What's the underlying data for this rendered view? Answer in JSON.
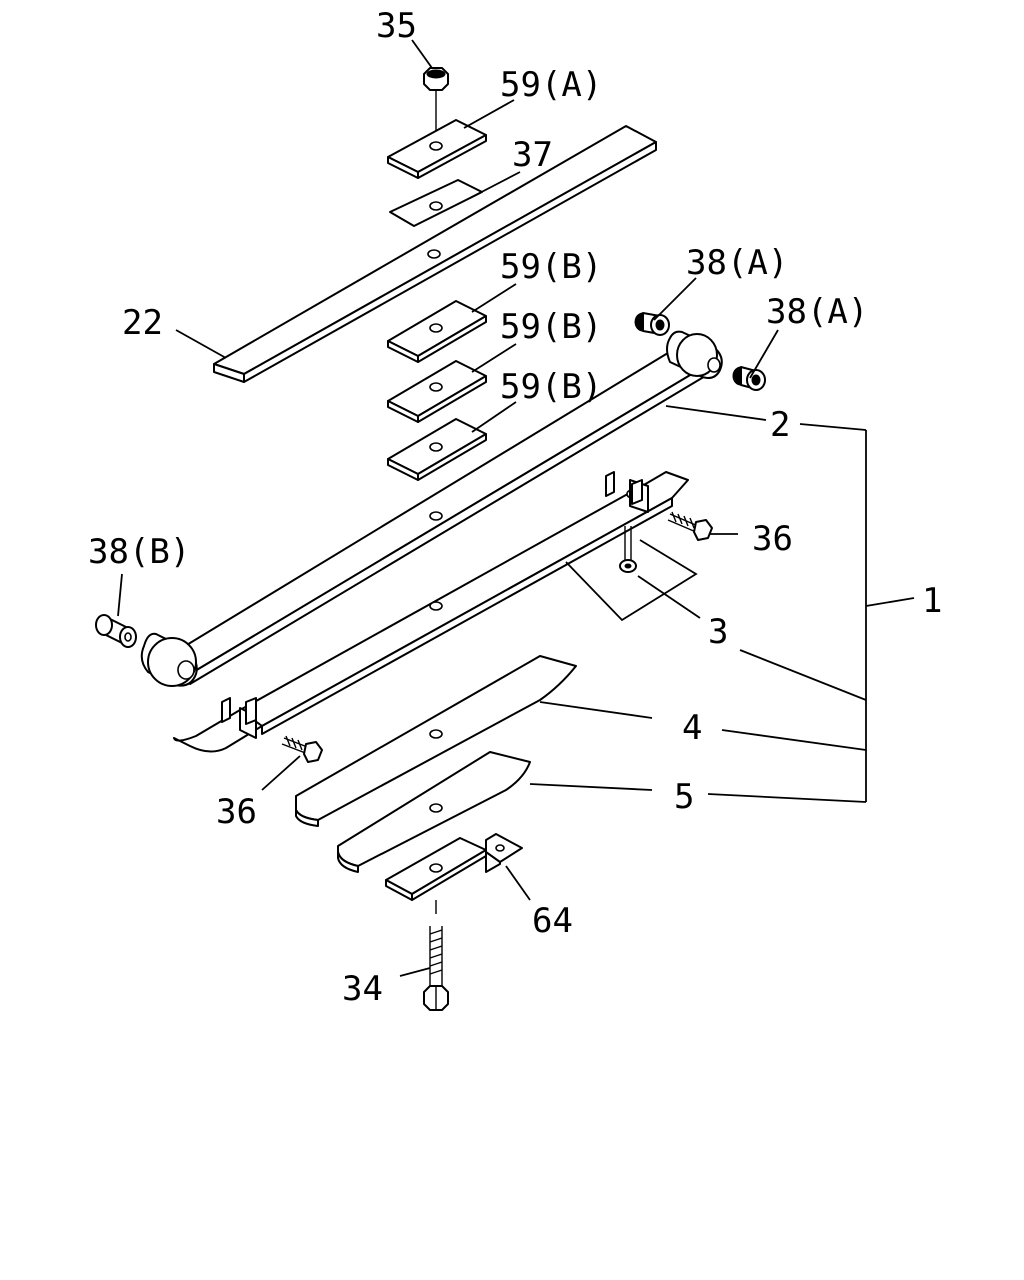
{
  "labels": {
    "p35": "35",
    "p59a": "59(A)",
    "p37": "37",
    "p22": "22",
    "p59b_1": "59(B)",
    "p59b_2": "59(B)",
    "p59b_3": "59(B)",
    "p38a_1": "38(A)",
    "p38a_2": "38(A)",
    "p2": "2",
    "p36_right": "36",
    "p38b": "38(B)",
    "p3": "3",
    "p1": "1",
    "p4": "4",
    "p36_left": "36",
    "p5": "5",
    "p64": "64",
    "p34": "34"
  }
}
